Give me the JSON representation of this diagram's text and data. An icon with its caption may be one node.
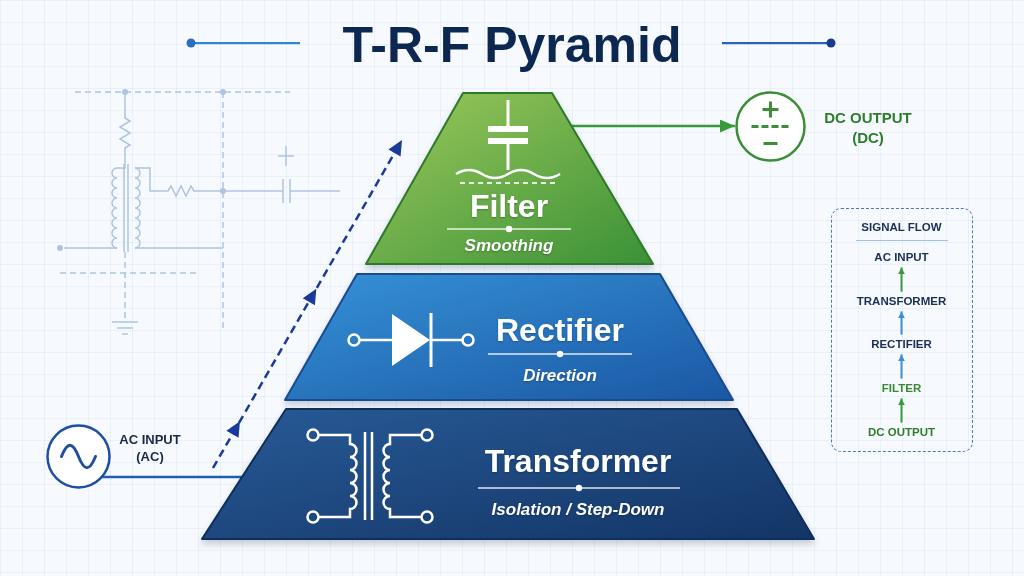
{
  "diagram": {
    "title": "T-R-F Pyramid",
    "nodes": [
      {
        "text": [
          "Filter",
          "Smoothing"
        ]
      },
      {
        "text": [
          "Rectifier",
          "Direction"
        ]
      },
      {
        "text": [
          "Transformer",
          "Isolation / Step-Down"
        ]
      },
      {
        "text": [],
        "shape": "circle",
        "beside": [
          "AC INPUT (AC)"
        ]
      },
      {
        "text": [],
        "shape": "circle",
        "beside": [
          "DC OUTPUT (DC)"
        ]
      },
      {
        "text": [
          "SIGNAL FLOW"
        ]
      },
      {
        "text": [
          "AC INPUT"
        ],
        "in": 5
      },
      {
        "text": [
          "TRANSFORMER"
        ],
        "in": 5
      },
      {
        "text": [
          "RECTIFIER"
        ],
        "in": 5
      },
      {
        "text": [
          "FILTER"
        ],
        "in": 5
      },
      {
        "text": [
          "DC OUTPUT"
        ],
        "in": 5
      }
    ],
    "edges": [
      {
        "from": 3,
        "to": 2,
        "arrow": "none",
        "color": "#1f5fb0"
      },
      {
        "from": 0,
        "to": 4,
        "arrow": "to",
        "color": "#3a9a3a"
      },
      {
        "from": 7,
        "to": 6,
        "arrow": "to",
        "color": "#3a9a3a"
      },
      {
        "from": 8,
        "to": 7,
        "arrow": "to",
        "color": "#3a8fd8"
      },
      {
        "from": 9,
        "to": 8,
        "arrow": "to",
        "color": "#3a8fd8"
      },
      {
        "from": 10,
        "to": 9,
        "arrow": "to",
        "color": "#3a9a3a"
      }
    ]
  }
}
